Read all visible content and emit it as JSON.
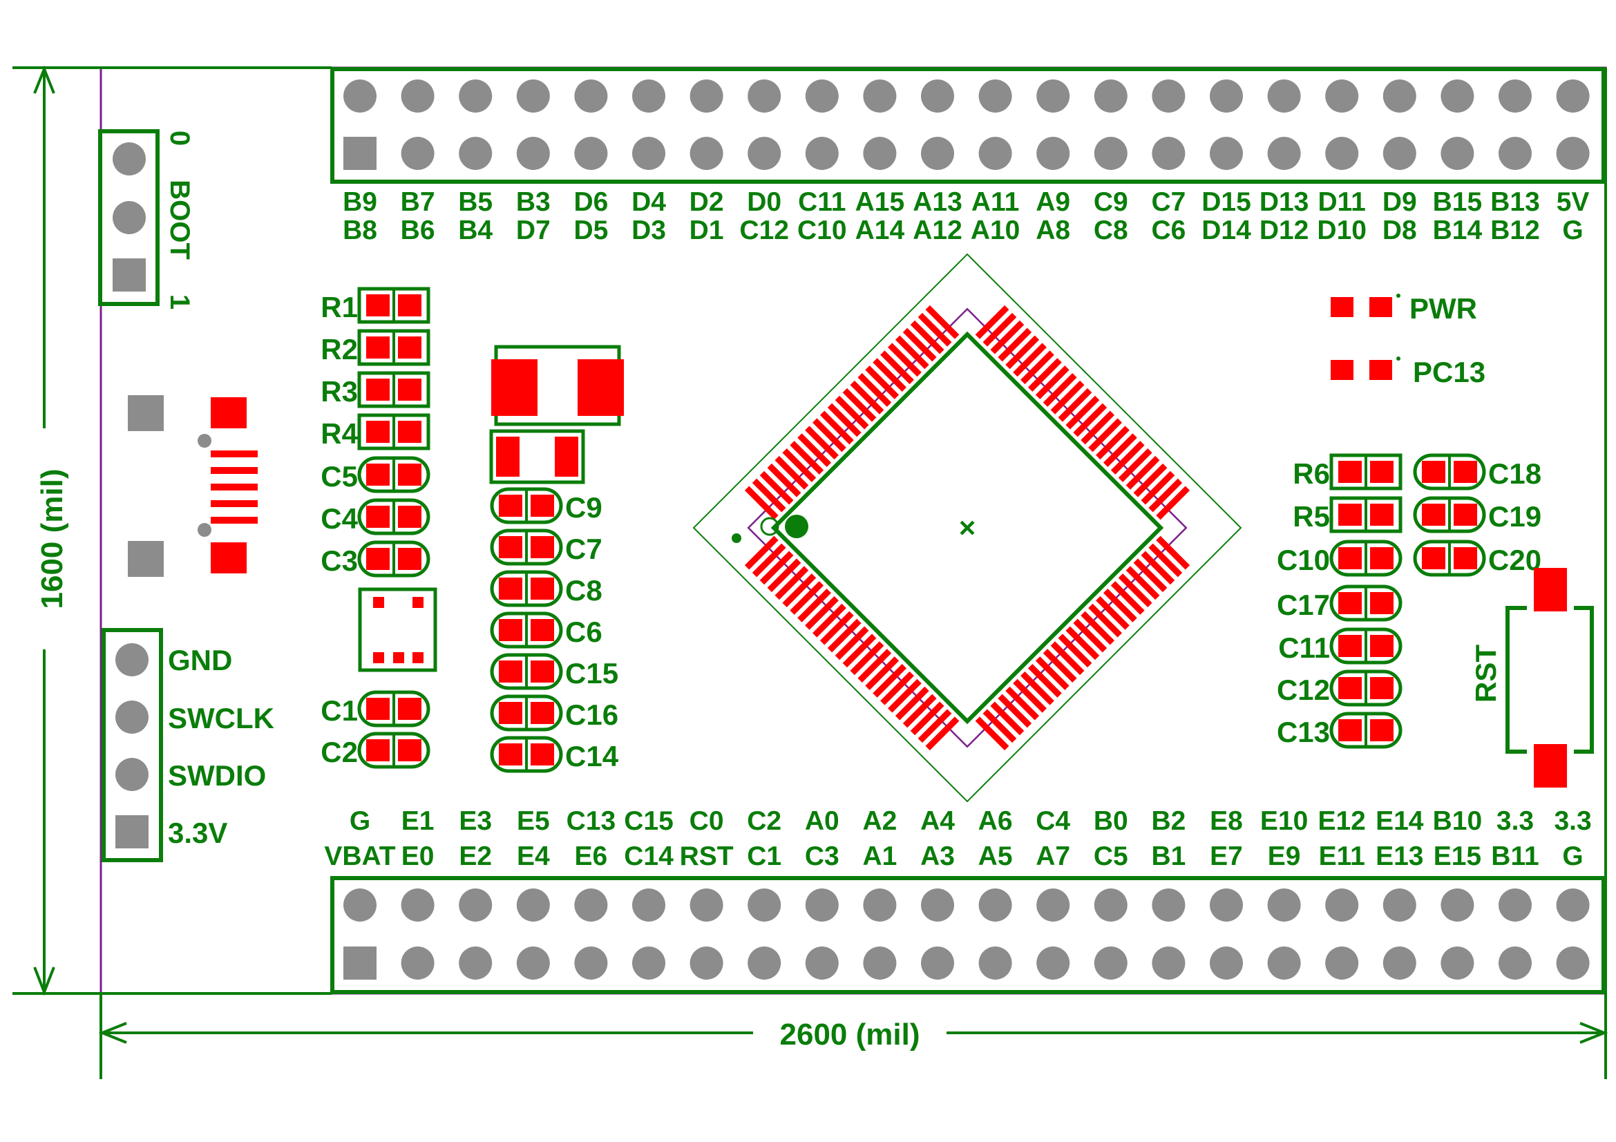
{
  "colors": {
    "silkscreen": "#0a7d0a",
    "pad": "#ff0000",
    "pin": "#8c8c8c",
    "outline": "#7a1f8c",
    "dimension": "#0a7d0a"
  },
  "dimensions": {
    "width_label": "2600 (mil)",
    "height_label": "1600 (mil)"
  },
  "header_top": {
    "row1": [
      "B9",
      "B7",
      "B5",
      "B3",
      "D6",
      "D4",
      "D2",
      "D0",
      "C11",
      "A15",
      "A13",
      "A11",
      "A9",
      "C9",
      "C7",
      "D15",
      "D13",
      "D11",
      "D9",
      "B15",
      "B13",
      "5V"
    ],
    "row2": [
      "B8",
      "B6",
      "B4",
      "D7",
      "D5",
      "D3",
      "D1",
      "C12",
      "C10",
      "A14",
      "A12",
      "A10",
      "A8",
      "C8",
      "C6",
      "D14",
      "D12",
      "D10",
      "D8",
      "B14",
      "B12",
      "G"
    ]
  },
  "header_bottom": {
    "row1": [
      "G",
      "E1",
      "E3",
      "E5",
      "C13",
      "C15",
      "C0",
      "C2",
      "A0",
      "A2",
      "A4",
      "A6",
      "C4",
      "B0",
      "B2",
      "E8",
      "E10",
      "E12",
      "E14",
      "B10",
      "3.3",
      "3.3"
    ],
    "row2": [
      "VBAT",
      "E0",
      "E2",
      "E4",
      "E6",
      "C14",
      "RST",
      "C1",
      "C3",
      "A1",
      "A3",
      "A5",
      "A7",
      "C5",
      "B1",
      "E7",
      "E9",
      "E11",
      "E13",
      "E15",
      "B11",
      "G"
    ]
  },
  "boot": {
    "label": "BOOT",
    "top": "0",
    "bottom": "1"
  },
  "swd": [
    "GND",
    "SWCLK",
    "SWDIO",
    "3.3V"
  ],
  "left_parts": [
    "R1",
    "R2",
    "R3",
    "R4",
    "C5",
    "C4",
    "C3"
  ],
  "left_lower_parts": [
    "C1",
    "C2"
  ],
  "mid_caps": [
    "C9",
    "C7",
    "C8",
    "C6",
    "C15",
    "C16",
    "C14"
  ],
  "right_parts_a": [
    "R6",
    "R5",
    "C10",
    "C17",
    "C11",
    "C12",
    "C13"
  ],
  "right_parts_b": [
    "C18",
    "C19",
    "C20"
  ],
  "leds": [
    "PWR",
    "PC13"
  ],
  "reset_label": "RST",
  "chip_center_mark": "×"
}
